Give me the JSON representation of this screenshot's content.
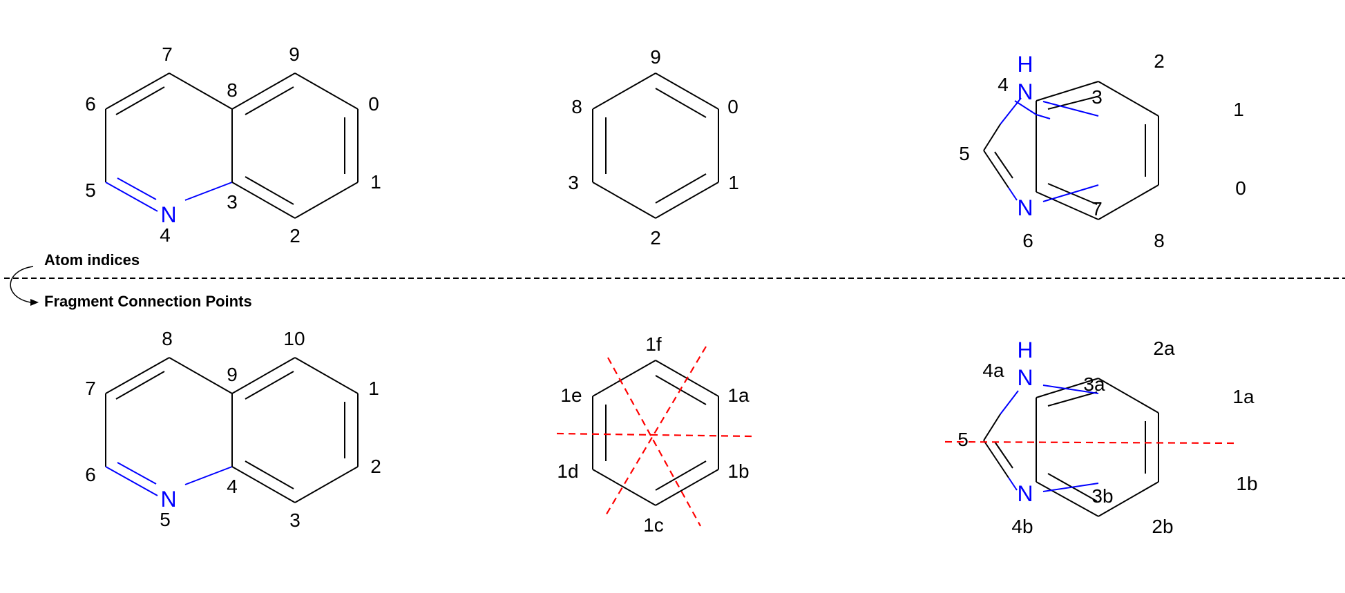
{
  "colors": {
    "bond": "#000000",
    "heteroatom": "#0000ff",
    "cut": "#ff0000",
    "text": "#000000"
  },
  "sections": {
    "top": "Atom indices",
    "bottom": "Fragment Connection Points"
  },
  "top": {
    "quinoline": {
      "atoms": {
        "N": "N"
      },
      "labels": [
        "7",
        "9",
        "6",
        "8",
        "0",
        "5",
        "3",
        "1",
        "4",
        "2"
      ]
    },
    "benzene": {
      "labels": [
        "9",
        "8",
        "0",
        "3",
        "1",
        "2"
      ]
    },
    "benzimidazole": {
      "atoms": {
        "NH_N": "N",
        "NH_H": "H",
        "N": "N"
      },
      "labels": [
        "2",
        "4",
        "3",
        "1",
        "5",
        "0",
        "7",
        "6",
        "8"
      ]
    }
  },
  "bottom": {
    "quinoline": {
      "atoms": {
        "N": "N"
      },
      "labels": [
        "8",
        "10",
        "7",
        "9",
        "1",
        "6",
        "2",
        "4",
        "5",
        "3"
      ]
    },
    "benzene": {
      "labels": [
        "1f",
        "1e",
        "1a",
        "1d",
        "1b",
        "1c"
      ]
    },
    "benzimidazole": {
      "atoms": {
        "NH_N": "N",
        "NH_H": "H",
        "N": "N"
      },
      "labels": [
        "2a",
        "4a",
        "3a",
        "1a",
        "5",
        "1b",
        "3b",
        "4b",
        "2b"
      ]
    }
  }
}
